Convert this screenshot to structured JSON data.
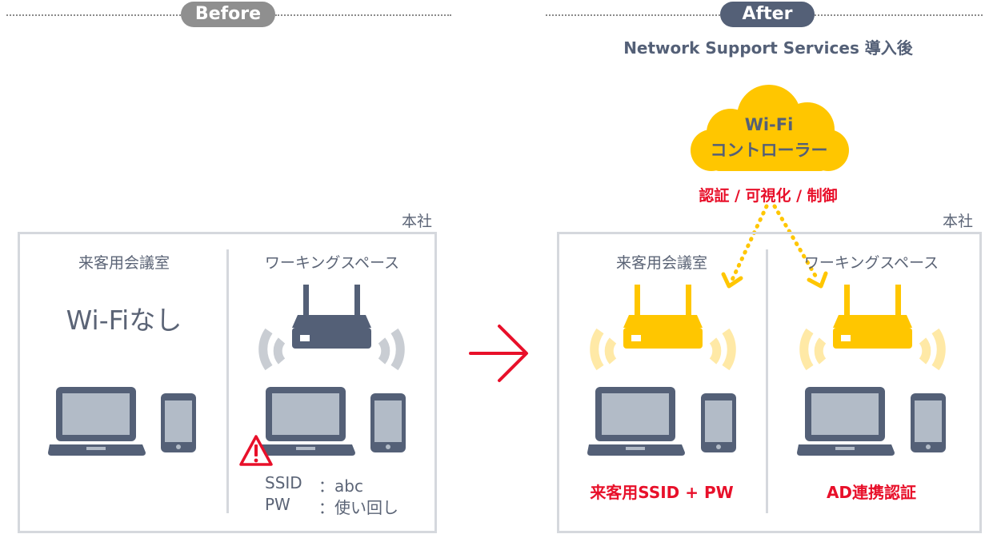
{
  "before": {
    "badge": "Before",
    "hq_label": "本社",
    "room1": {
      "title": "来客用会議室",
      "status": "Wi-Fiなし"
    },
    "room2": {
      "title": "ワーキングスペース",
      "ssid_label": "SSID",
      "ssid_value": "：abc",
      "pw_label": "PW",
      "pw_value": "：使い回し"
    }
  },
  "after": {
    "badge": "After",
    "subtitle": "Network Support Services 導入後",
    "cloud_line1": "Wi-Fi",
    "cloud_line2": "コントローラー",
    "controller_functions": "認証 / 可視化 / 制御",
    "hq_label": "本社",
    "room1": {
      "title": "来客用会議室",
      "caption": "来客用SSID + PW"
    },
    "room2": {
      "title": "ワーキングスペース",
      "caption": "AD連携認証"
    }
  },
  "colors": {
    "slate": "#546077",
    "device_screen": "#b2bbc7",
    "yellow": "#ffc600",
    "red": "#e8102a",
    "border": "#d5d8dd",
    "badge_before": "#8f8f8f",
    "badge_after": "#546077"
  }
}
